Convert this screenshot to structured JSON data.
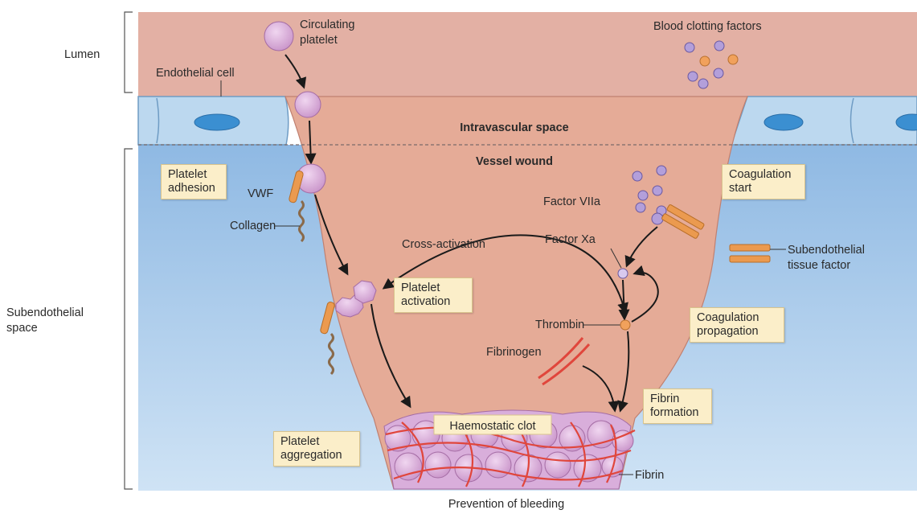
{
  "regions": {
    "lumen": "Lumen",
    "subendothelial_1": "Subendothelial",
    "subendothelial_2": "space",
    "intravascular": "Intravascular space",
    "vessel_wound": "Vessel wound"
  },
  "labels": {
    "circulating_platelet_1": "Circulating",
    "circulating_platelet_2": "platelet",
    "endothelial_cell": "Endothelial cell",
    "blood_clotting_factors": "Blood clotting factors",
    "vwf": "VWF",
    "collagen": "Collagen",
    "cross_activation": "Cross-activation",
    "factor_viia": "Factor VIIa",
    "factor_xa": "Factor Xa",
    "thrombin": "Thrombin",
    "fibrinogen": "Fibrinogen",
    "haemostatic_clot": "Haemostatic clot",
    "fibrin": "Fibrin",
    "subendothelial_tissue_factor_1": "Subendothelial",
    "subendothelial_tissue_factor_2": "tissue factor",
    "prevention_of_bleeding": "Prevention of bleeding"
  },
  "boxes": {
    "platelet_adhesion": [
      "Platelet",
      "adhesion"
    ],
    "platelet_activation": [
      "Platelet",
      "activation"
    ],
    "platelet_aggregation": [
      "Platelet",
      "aggregation"
    ],
    "coagulation_start": [
      "Coagulation",
      "start"
    ],
    "coagulation_propagation": [
      "Coagulation",
      "propagation"
    ],
    "fibrin_formation": [
      "Fibrin",
      "formation"
    ]
  },
  "colors": {
    "lumen": "#e3b0a4",
    "wound": "#e5ab97",
    "endothelium": "#bcd8ef",
    "subendothelium": "#a9cbec",
    "nucleus": "#3b8fd1",
    "platelet": "#d9aedb",
    "factor_purple": "#b39fda",
    "factor_orange": "#f1a15c",
    "tissue_factor": "#eb9a4f",
    "fibrin": "#e0463c",
    "box_fill": "#fbeec9"
  }
}
